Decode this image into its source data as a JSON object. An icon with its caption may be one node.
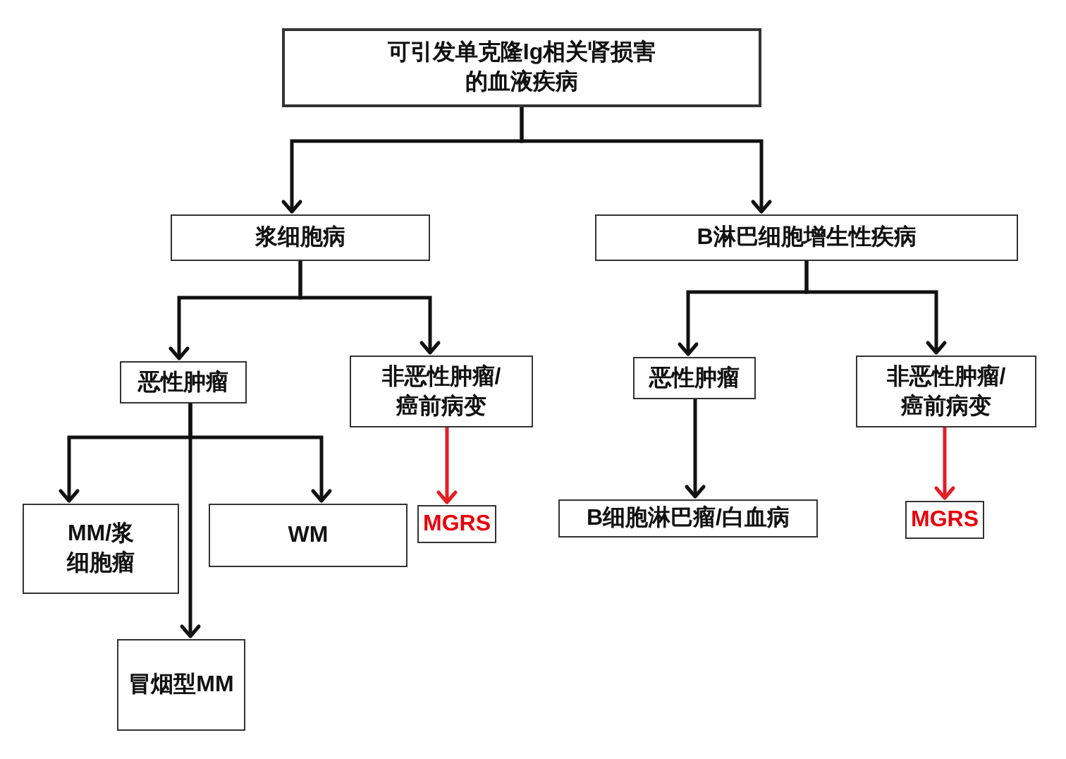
{
  "diagram": {
    "nodes": [
      {
        "text": [
          "可引发单克隆Ig相关肾损害的血液疾病"
        ]
      },
      {
        "text": [
          "浆细胞病"
        ]
      },
      {
        "text": [
          "B淋巴细胞增生性疾病"
        ]
      },
      {
        "text": [
          "恶性肿瘤"
        ]
      },
      {
        "text": [
          "非恶性肿瘤/癌前病变"
        ]
      },
      {
        "text": [
          "恶性肿瘤"
        ]
      },
      {
        "text": [
          "非恶性肿瘤/癌前病变"
        ]
      },
      {
        "text": [
          "MM/浆细胞瘤"
        ]
      },
      {
        "text": [
          "WM"
        ]
      },
      {
        "text": [
          "MGRS"
        ]
      },
      {
        "text": [
          "B细胞淋巴瘤/白血病"
        ]
      },
      {
        "text": [
          "MGRS"
        ]
      },
      {
        "text": [
          "冒烟型MM"
        ]
      }
    ],
    "edges": [
      {
        "from": 0,
        "to": 1,
        "arrow": "to"
      },
      {
        "from": 0,
        "to": 2,
        "arrow": "to"
      },
      {
        "from": 1,
        "to": 3,
        "arrow": "to"
      },
      {
        "from": 1,
        "to": 4,
        "arrow": "to"
      },
      {
        "from": 2,
        "to": 5,
        "arrow": "to"
      },
      {
        "from": 2,
        "to": 6,
        "arrow": "to"
      },
      {
        "from": 3,
        "to": 7,
        "arrow": "to"
      },
      {
        "from": 3,
        "to": 8,
        "arrow": "to"
      },
      {
        "from": 3,
        "to": 12,
        "arrow": "to"
      },
      {
        "from": 4,
        "to": 9,
        "arrow": "to",
        "color": "#e31e24"
      },
      {
        "from": 5,
        "to": 10,
        "arrow": "to"
      },
      {
        "from": 6,
        "to": 11,
        "arrow": "to",
        "color": "#e31e24"
      }
    ]
  }
}
